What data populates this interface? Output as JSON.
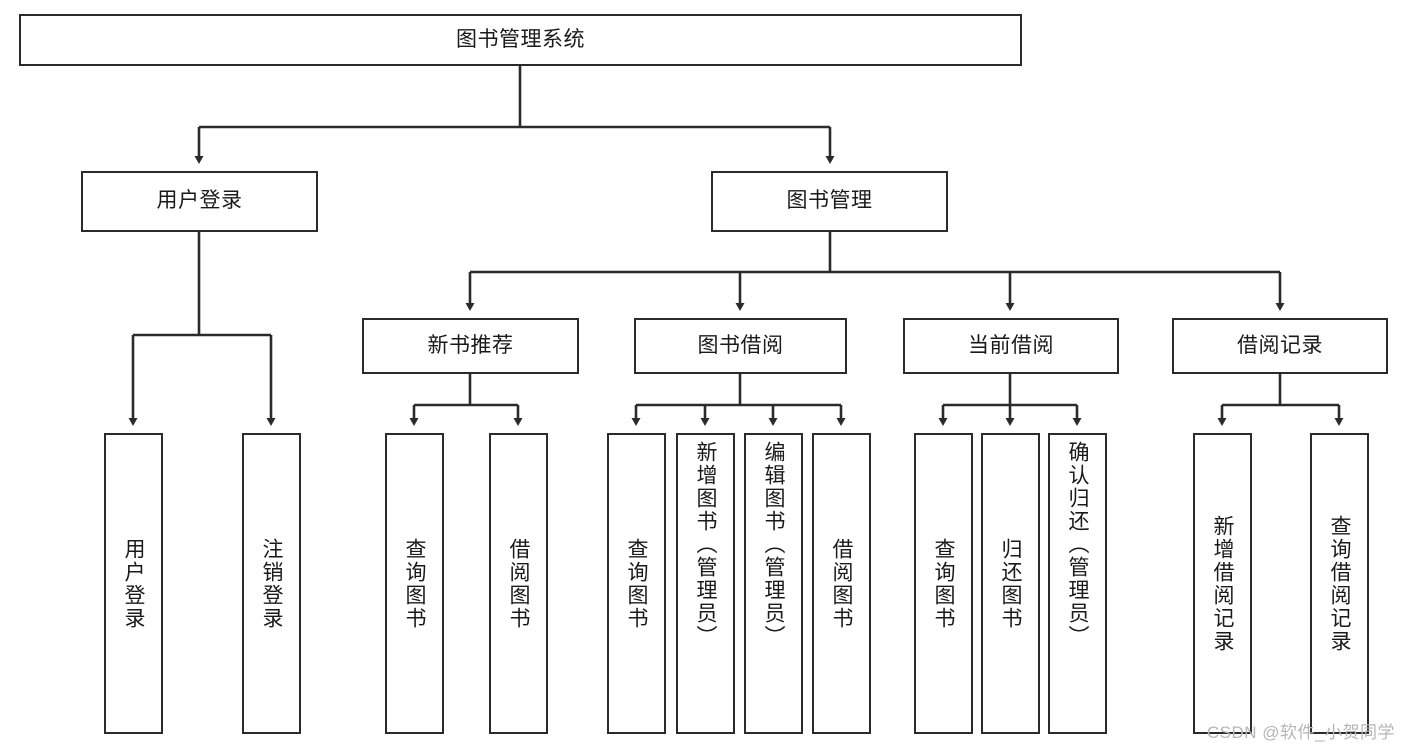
{
  "diagram": {
    "title": "图书管理系统",
    "type": "tree-hierarchy-diagram",
    "colors": {
      "box_border": "#2b2b2b",
      "box_fill": "#ffffff",
      "connector": "#2b2b2b",
      "background": "#ffffff",
      "watermark": "#b6b6b6"
    },
    "root": {
      "label": "图书管理系统"
    },
    "level1": [
      {
        "label": "用户登录"
      },
      {
        "label": "图书管理"
      }
    ],
    "level2": [
      {
        "label": "新书推荐"
      },
      {
        "label": "图书借阅"
      },
      {
        "label": "当前借阅"
      },
      {
        "label": "借阅记录"
      }
    ],
    "leaves": {
      "user_login": [
        {
          "label": "用户登录"
        },
        {
          "label": "注销登录"
        }
      ],
      "new_book_recommend": [
        {
          "label": "查询图书"
        },
        {
          "label": "借阅图书"
        }
      ],
      "book_borrow": [
        {
          "label": "查询图书"
        },
        {
          "label": "新增图书（管理员）"
        },
        {
          "label": "编辑图书（管理员）"
        },
        {
          "label": "借阅图书"
        }
      ],
      "current_borrow": [
        {
          "label": "查询图书"
        },
        {
          "label": "归还图书"
        },
        {
          "label": "确认归还（管理员）"
        }
      ],
      "borrow_record": [
        {
          "label": "新增借阅记录"
        },
        {
          "label": "查询借阅记录"
        }
      ]
    }
  },
  "watermark": {
    "text": "CSDN @软件_小贺同学"
  }
}
